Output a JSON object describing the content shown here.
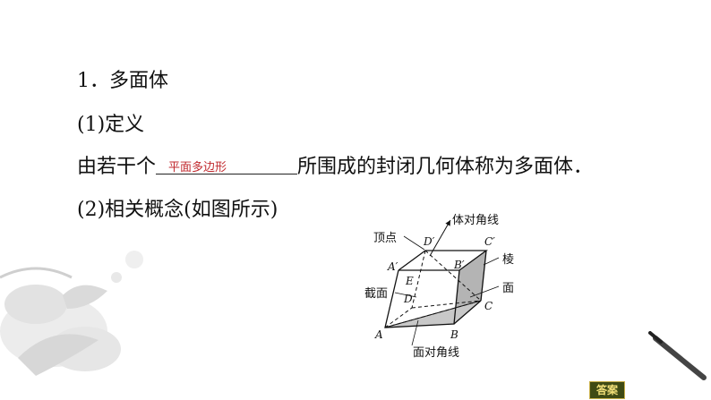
{
  "content": {
    "heading": "1．多面体",
    "def_title": "(1)定义",
    "def_prefix": "由若干个",
    "def_answer": "平面多边形",
    "def_suffix": "所围成的封闭几何体称为多面体．",
    "concepts_title": "(2)相关概念(如图所示)"
  },
  "figure": {
    "labels": {
      "vertex": "顶点",
      "body_diagonal": "体对角线",
      "edge": "棱",
      "face": "面",
      "section": "截面",
      "face_diagonal": "面对角线"
    },
    "points": {
      "A": "A",
      "B": "B",
      "C": "C",
      "D": "D",
      "E": "E",
      "A1": "A′",
      "B1": "B′",
      "C1": "C′",
      "D1": "D′"
    },
    "colors": {
      "section_fill": "#c8c8c8",
      "side_face_fill": "#b4b4b4"
    }
  },
  "answer_button": "答案"
}
